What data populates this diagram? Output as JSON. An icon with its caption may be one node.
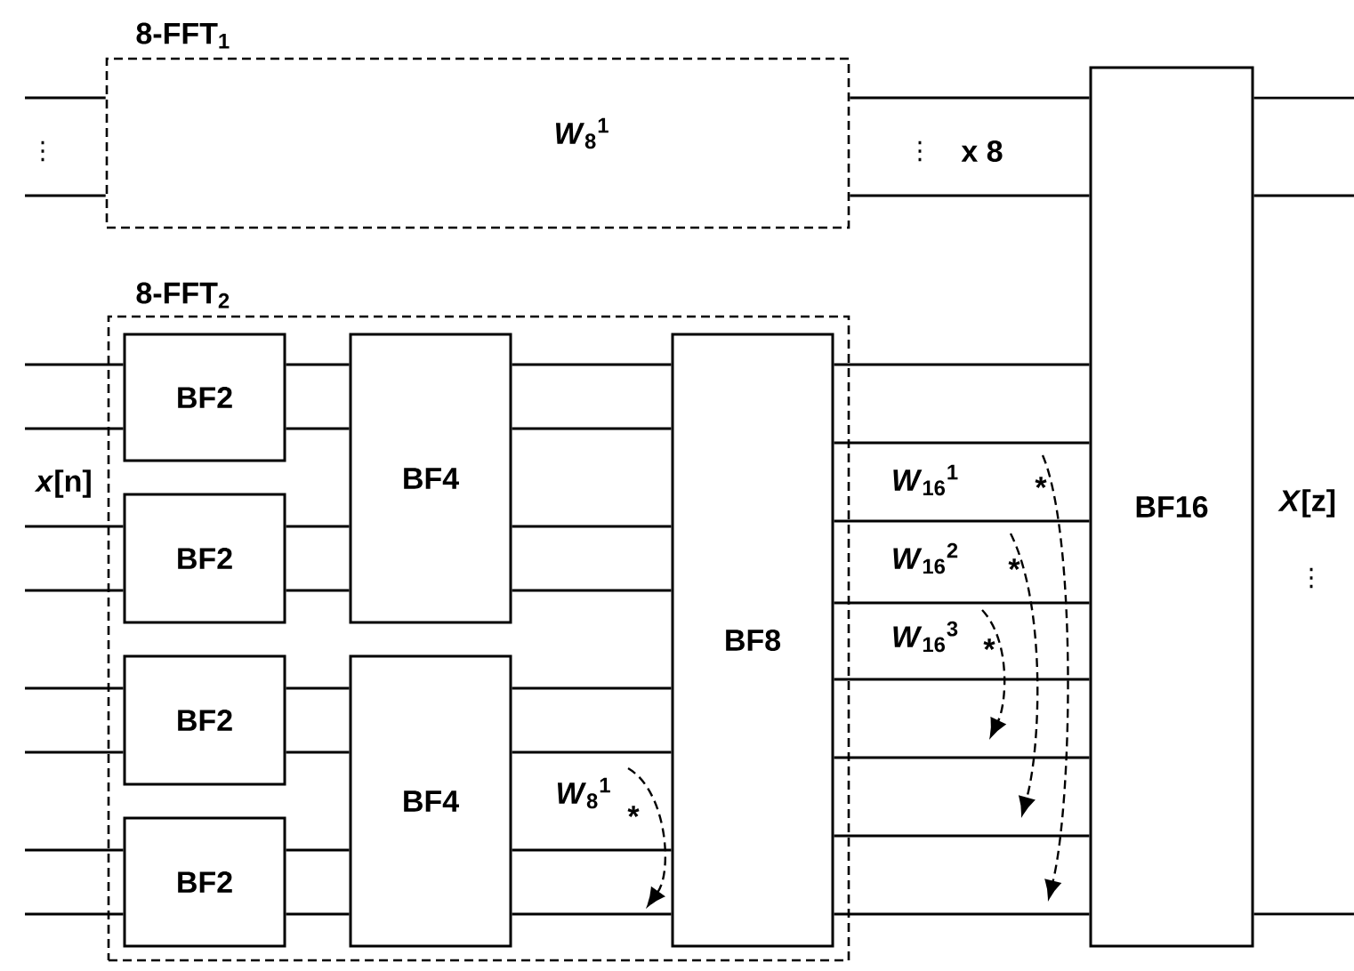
{
  "diagram": {
    "nodes": [
      {
        "text": [
          "8-FFT$_{1}$",
          "*W*$_{8}$$^{1}$"
        ]
      },
      {
        "text": [
          "BF16"
        ]
      },
      {
        "text": [
          "8-FFT$_{2}$"
        ]
      },
      {
        "text": [
          "BF2"
        ],
        "in": 2
      },
      {
        "text": [
          "BF4"
        ],
        "in": 2
      },
      {
        "text": [
          "BF8"
        ],
        "in": 2
      },
      {
        "text": [
          "BF2"
        ],
        "in": 2
      },
      {
        "text": [
          "BF2"
        ],
        "in": 2
      },
      {
        "text": [
          "BF4"
        ],
        "in": 2
      },
      {
        "text": [
          "BF2"
        ],
        "in": 2
      }
    ],
    "edges": [
      {
        "from": null,
        "to": 0,
        "arrow": "none"
      },
      {
        "from": null,
        "to": 0,
        "arrow": "none"
      },
      {
        "from": 0,
        "to": 1,
        "arrow": "none"
      },
      {
        "from": 0,
        "to": 1,
        "arrow": "none"
      },
      {
        "from": 1,
        "to": null,
        "arrow": "none"
      },
      {
        "from": 1,
        "to": null,
        "arrow": "none"
      },
      {
        "from": null,
        "to": 3,
        "arrow": "none"
      },
      {
        "from": null,
        "to": 3,
        "arrow": "none"
      },
      {
        "from": null,
        "to": 6,
        "arrow": "none"
      },
      {
        "from": null,
        "to": 6,
        "arrow": "none"
      },
      {
        "from": null,
        "to": 7,
        "arrow": "none"
      },
      {
        "from": null,
        "to": 7,
        "arrow": "none"
      },
      {
        "from": null,
        "to": 9,
        "arrow": "none"
      },
      {
        "from": null,
        "to": 9,
        "arrow": "none"
      },
      {
        "from": 3,
        "to": 4,
        "arrow": "none"
      },
      {
        "from": 3,
        "to": 4,
        "arrow": "none"
      },
      {
        "from": 6,
        "to": 4,
        "arrow": "none"
      },
      {
        "from": 6,
        "to": 4,
        "arrow": "none"
      },
      {
        "from": 7,
        "to": 8,
        "arrow": "none"
      },
      {
        "from": 7,
        "to": 8,
        "arrow": "none"
      },
      {
        "from": 9,
        "to": 8,
        "arrow": "none"
      },
      {
        "from": 9,
        "to": 8,
        "arrow": "none"
      },
      {
        "from": 4,
        "to": 5,
        "arrow": "none"
      },
      {
        "from": 4,
        "to": 5,
        "arrow": "none"
      },
      {
        "from": 4,
        "to": 5,
        "arrow": "none"
      },
      {
        "from": 4,
        "to": 5,
        "arrow": "none"
      },
      {
        "from": 8,
        "to": 5,
        "arrow": "none"
      },
      {
        "from": 8,
        "to": 5,
        "arrow": "none"
      },
      {
        "from": 8,
        "to": 5,
        "arrow": "none"
      },
      {
        "from": 8,
        "to": 5,
        "arrow": "none"
      },
      {
        "from": 5,
        "to": 1,
        "arrow": "none"
      },
      {
        "from": 5,
        "to": 1,
        "arrow": "none"
      },
      {
        "from": 5,
        "to": 1,
        "arrow": "none"
      },
      {
        "from": 5,
        "to": 1,
        "arrow": "none"
      },
      {
        "from": 5,
        "to": 1,
        "arrow": "none"
      },
      {
        "from": 5,
        "to": 1,
        "arrow": "none"
      },
      {
        "from": 5,
        "to": 1,
        "arrow": "none"
      },
      {
        "from": 5,
        "to": 1,
        "arrow": "none"
      },
      {
        "from": 1,
        "to": null,
        "arrow": "none"
      }
    ],
    "labels": [
      "⋮",
      "⋮",
      "x 8",
      "*x*[n]",
      "*W*$_{16}$$^{1}$",
      "*",
      "*W*$_{16}$$^{2}$",
      "*",
      "*W*$_{16}$$^{3}$",
      "*",
      "*X*[z]",
      "⋮",
      "*W*$_{8}$$^{1}$",
      "*"
    ]
  }
}
